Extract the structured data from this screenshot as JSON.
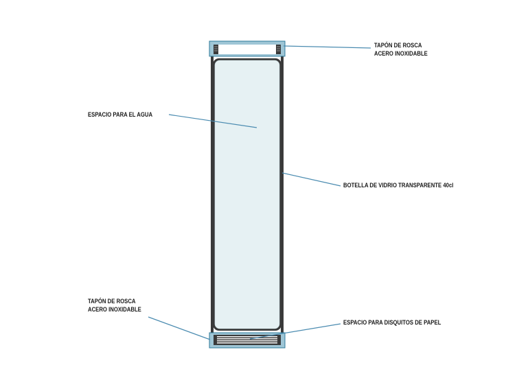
{
  "labels": {
    "top_cap": {
      "line1": "TAPÓN DE ROSCA",
      "line2": "ACERO INOXIDABLE"
    },
    "water_space": {
      "line1": "ESPACIO PARA EL AGUA"
    },
    "glass_bottle": {
      "line1": "BOTELLA DE VIDRIO TRANSPARENTE 40cl"
    },
    "bottom_cap": {
      "line1": "TAPÓN DE ROSCA",
      "line2": "ACERO INOXIDABLE"
    },
    "paper_discs_space": {
      "line1": "ESPACIO PARA DISQUITOS DE PAPEL"
    }
  },
  "colors": {
    "cap_fill": "#9fc6d6",
    "cap_stroke": "#2d7a99",
    "bottle_wall": "#3a3a3a",
    "water_fill": "#e6f1f3",
    "leader_line": "#4a8bb0",
    "text": "#1a1a1a"
  }
}
